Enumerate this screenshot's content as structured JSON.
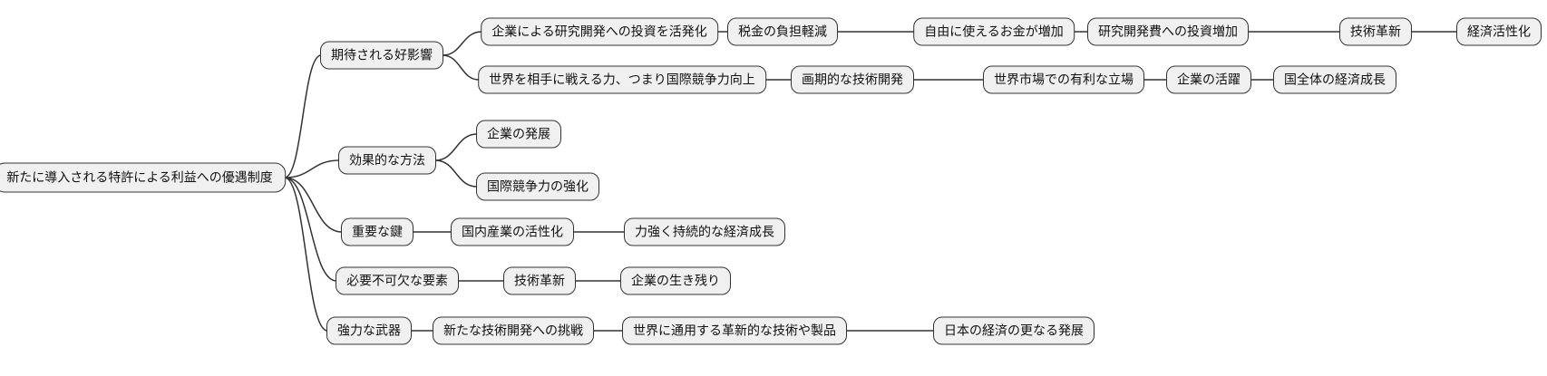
{
  "diagram": {
    "type": "mindmap",
    "orientation": "left-to-right",
    "root_label": "新たに導入される特許による利益への優遇制度",
    "nodes": [
      {
        "id": "root",
        "label": "新たに導入される特許による利益への優遇制度"
      },
      {
        "id": "b1",
        "label": "期待される好影響"
      },
      {
        "id": "a1",
        "label": "企業による研究開発への投資を活発化"
      },
      {
        "id": "a2",
        "label": "税金の負担軽減"
      },
      {
        "id": "a3",
        "label": "自由に使えるお金が増加"
      },
      {
        "id": "a4",
        "label": "研究開発費への投資増加"
      },
      {
        "id": "a5",
        "label": "技術革新"
      },
      {
        "id": "a6",
        "label": "経済活性化"
      },
      {
        "id": "c1",
        "label": "世界を相手に戦える力、つまり国際競争力向上"
      },
      {
        "id": "c2",
        "label": "画期的な技術開発"
      },
      {
        "id": "c3",
        "label": "世界市場での有利な立場"
      },
      {
        "id": "c4",
        "label": "企業の活躍"
      },
      {
        "id": "c5",
        "label": "国全体の経済成長"
      },
      {
        "id": "b2",
        "label": "効果的な方法"
      },
      {
        "id": "d1",
        "label": "企業の発展"
      },
      {
        "id": "d2",
        "label": "国際競争力の強化"
      },
      {
        "id": "b3",
        "label": "重要な鍵"
      },
      {
        "id": "e1",
        "label": "国内産業の活性化"
      },
      {
        "id": "e2",
        "label": "力強く持続的な経済成長"
      },
      {
        "id": "b4",
        "label": "必要不可欠な要素"
      },
      {
        "id": "f1",
        "label": "技術革新"
      },
      {
        "id": "f2",
        "label": "企業の生き残り"
      },
      {
        "id": "b5",
        "label": "強力な武器"
      },
      {
        "id": "g1",
        "label": "新たな技術開発への挑戦"
      },
      {
        "id": "g2",
        "label": "世界に通用する革新的な技術や製品"
      },
      {
        "id": "g3",
        "label": "日本の経済の更なる発展"
      }
    ],
    "edges": [
      [
        "root",
        "b1"
      ],
      [
        "b1",
        "a1"
      ],
      [
        "a1",
        "a2"
      ],
      [
        "a2",
        "a3"
      ],
      [
        "a3",
        "a4"
      ],
      [
        "a4",
        "a5"
      ],
      [
        "a5",
        "a6"
      ],
      [
        "b1",
        "c1"
      ],
      [
        "c1",
        "c2"
      ],
      [
        "c2",
        "c3"
      ],
      [
        "c3",
        "c4"
      ],
      [
        "c4",
        "c5"
      ],
      [
        "root",
        "b2"
      ],
      [
        "b2",
        "d1"
      ],
      [
        "b2",
        "d2"
      ],
      [
        "root",
        "b3"
      ],
      [
        "b3",
        "e1"
      ],
      [
        "e1",
        "e2"
      ],
      [
        "root",
        "b4"
      ],
      [
        "b4",
        "f1"
      ],
      [
        "f1",
        "f2"
      ],
      [
        "root",
        "b5"
      ],
      [
        "b5",
        "g1"
      ],
      [
        "g1",
        "g2"
      ],
      [
        "g2",
        "g3"
      ]
    ],
    "colors": {
      "background": "#ffffff",
      "node_fill": "#f0f0f0",
      "node_border": "#333333",
      "node_text": "#111111",
      "line": "#333333"
    }
  }
}
